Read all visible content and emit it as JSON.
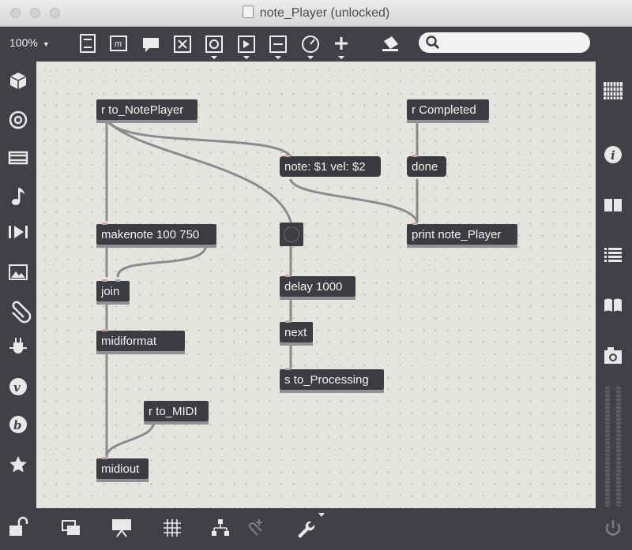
{
  "window": {
    "title": "note_Player (unlocked)"
  },
  "toolbar": {
    "zoom": "100%",
    "tools": [
      "presentation-icon",
      "comment-box-icon",
      "speech-bubble-icon",
      "toggle-icon",
      "button-icon",
      "play-icon",
      "slider-icon",
      "dial-icon",
      "plus-icon",
      "paint-bucket-icon"
    ],
    "search": {
      "placeholder": ""
    }
  },
  "left_sidebar": [
    "cube-icon",
    "target-icon",
    "film-icon",
    "music-note-icon",
    "play-step-icon",
    "image-icon",
    "paperclip-icon",
    "plug-icon",
    "v-icon",
    "b-icon",
    "star-icon"
  ],
  "right_sidebar": [
    "grid-icon",
    "info-icon",
    "book-open-icon",
    "list-icon",
    "book-icon",
    "camera-icon"
  ],
  "bottom_bar": [
    "unlock-icon",
    "windows-icon",
    "presentation-icon",
    "grid-icon",
    "hierarchy-icon",
    "paperclip-plus-icon",
    "wrench-icon",
    "power-icon"
  ],
  "patch": {
    "objects": {
      "r_noteplayer": "r to_NotePlayer",
      "note_msg": "note: $1 vel: $2",
      "r_completed": "r Completed",
      "done": "done",
      "makenote": "makenote 100 750",
      "print": "print note_Player",
      "join": "join",
      "delay": "delay 1000",
      "midiformat": "midiformat",
      "next": "next",
      "s_processing": "s to_Processing",
      "r_midi": "r to_MIDI",
      "midiout": "midiout"
    }
  }
}
